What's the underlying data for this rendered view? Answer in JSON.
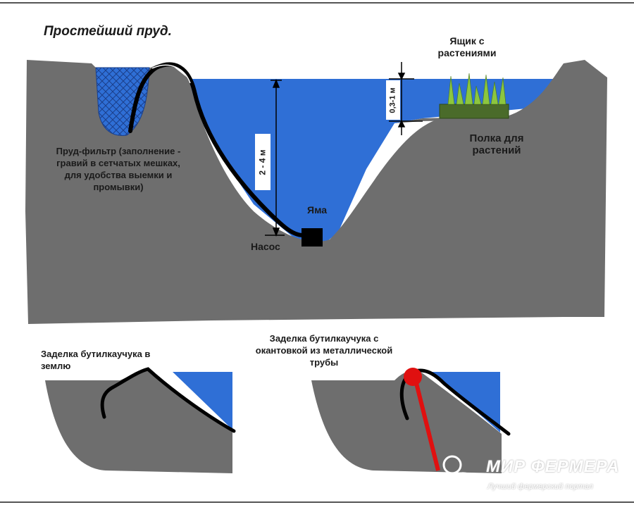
{
  "title": "Простейший пруд.",
  "labels": {
    "plant_box": "Ящик с растениями",
    "shelf": "Полка для растений",
    "filter_pond": "Пруд-фильтр (заполнение - гравий в сетчатых мешках, для удобства выемки и промывки)",
    "pit": "Яма",
    "pump": "Насос",
    "depth_main": "2 - 4 м",
    "depth_shelf": "0,3-1 м",
    "seal_ground": "Заделка бутилкаучука в землю",
    "seal_pipe": "Заделка бутилкаучука с окантовкой из металлической трубы"
  },
  "watermark": {
    "name": "МИР ФЕРМЕРА",
    "tagline": "Лучший фермерский портал"
  },
  "colors": {
    "ground": "#6e6e6e",
    "water": "#2f6fd6",
    "pipe": "#000000",
    "pipe_ring": "#e01010",
    "plant_box": "#4a6b2a",
    "plants": "#8cc63f"
  }
}
